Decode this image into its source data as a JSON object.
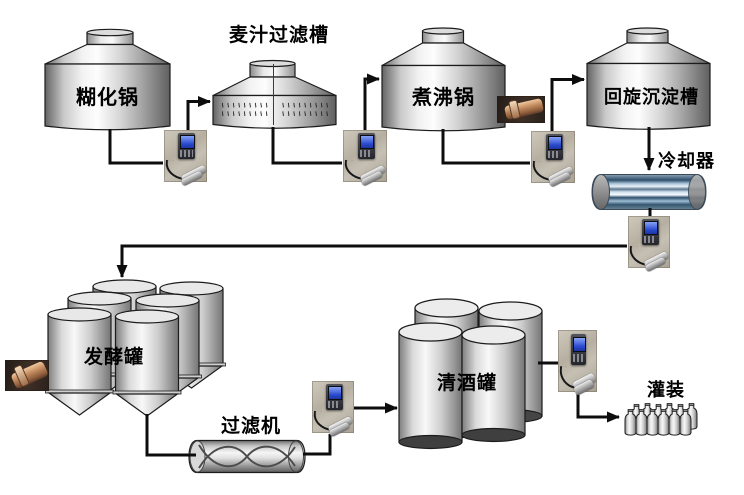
{
  "diagram": {
    "nodes": [
      {
        "id": "mashing-kettle",
        "label": "糊化锅"
      },
      {
        "id": "wort-lauter-tun",
        "label": "麦汁过滤槽"
      },
      {
        "id": "boiling-kettle",
        "label": "煮沸锅"
      },
      {
        "id": "whirlpool-tank",
        "label": "回旋沉淀槽"
      },
      {
        "id": "cooler",
        "label": "冷却器"
      },
      {
        "id": "fermentation-tanks",
        "label": "发酵罐"
      },
      {
        "id": "filter-machine",
        "label": "过滤机"
      },
      {
        "id": "bright-beer-tanks",
        "label": "清酒罐"
      },
      {
        "id": "filling",
        "label": "灌装"
      }
    ],
    "edges": [
      [
        "mashing-kettle",
        "wort-lauter-tun"
      ],
      [
        "wort-lauter-tun",
        "boiling-kettle"
      ],
      [
        "boiling-kettle",
        "whirlpool-tank"
      ],
      [
        "whirlpool-tank",
        "cooler"
      ],
      [
        "cooler",
        "fermentation-tanks"
      ],
      [
        "fermentation-tanks",
        "filter-machine"
      ],
      [
        "filter-machine",
        "bright-beer-tanks"
      ],
      [
        "bright-beer-tanks",
        "filling"
      ]
    ],
    "icons": {
      "transmitter": "pressure-transmitter-photo",
      "inline_sensor": "copper-inline-sensor-photo"
    },
    "colors": {
      "background": "#ffffff",
      "line": "#0d0d0d",
      "metal_light": "#f5f5f5",
      "metal_dark": "#5f5f5f",
      "cooler_blue": "#2e4e6a",
      "cooler_light_blue": "#d2e2ee",
      "copper": "#c38b5e",
      "sensor_screen": "#2b4bd0"
    }
  }
}
